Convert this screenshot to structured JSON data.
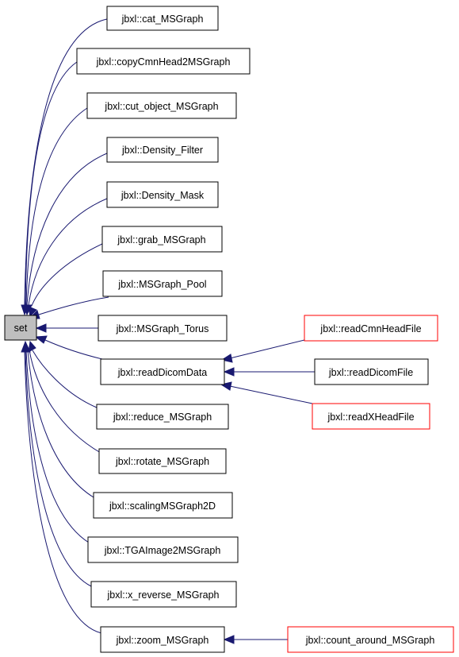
{
  "diagram": {
    "colors": {
      "edge": "#191970",
      "root_fill": "#bfbfbf",
      "border_default": "#000000",
      "border_incomplete": "#ff0000"
    },
    "nodes": {
      "set": "set",
      "cat": "jbxl::cat_MSGraph",
      "copy": "jbxl::copyCmnHead2MSGraph",
      "cut": "jbxl::cut_object_MSGraph",
      "dfilter": "jbxl::Density_Filter",
      "dmask": "jbxl::Density_Mask",
      "grab": "jbxl::grab_MSGraph",
      "pool": "jbxl::MSGraph_Pool",
      "torus": "jbxl::MSGraph_Torus",
      "readdicom": "jbxl::readDicomData",
      "reduce": "jbxl::reduce_MSGraph",
      "rotate": "jbxl::rotate_MSGraph",
      "scaling": "jbxl::scalingMSGraph2D",
      "tga": "jbxl::TGAImage2MSGraph",
      "xrev": "jbxl::x_reverse_MSGraph",
      "zoom": "jbxl::zoom_MSGraph",
      "readcmn": "jbxl::readCmnHeadFile",
      "readdicomfile": "jbxl::readDicomFile",
      "readxhead": "jbxl::readXHeadFile",
      "countaround": "jbxl::count_around_MSGraph"
    }
  }
}
